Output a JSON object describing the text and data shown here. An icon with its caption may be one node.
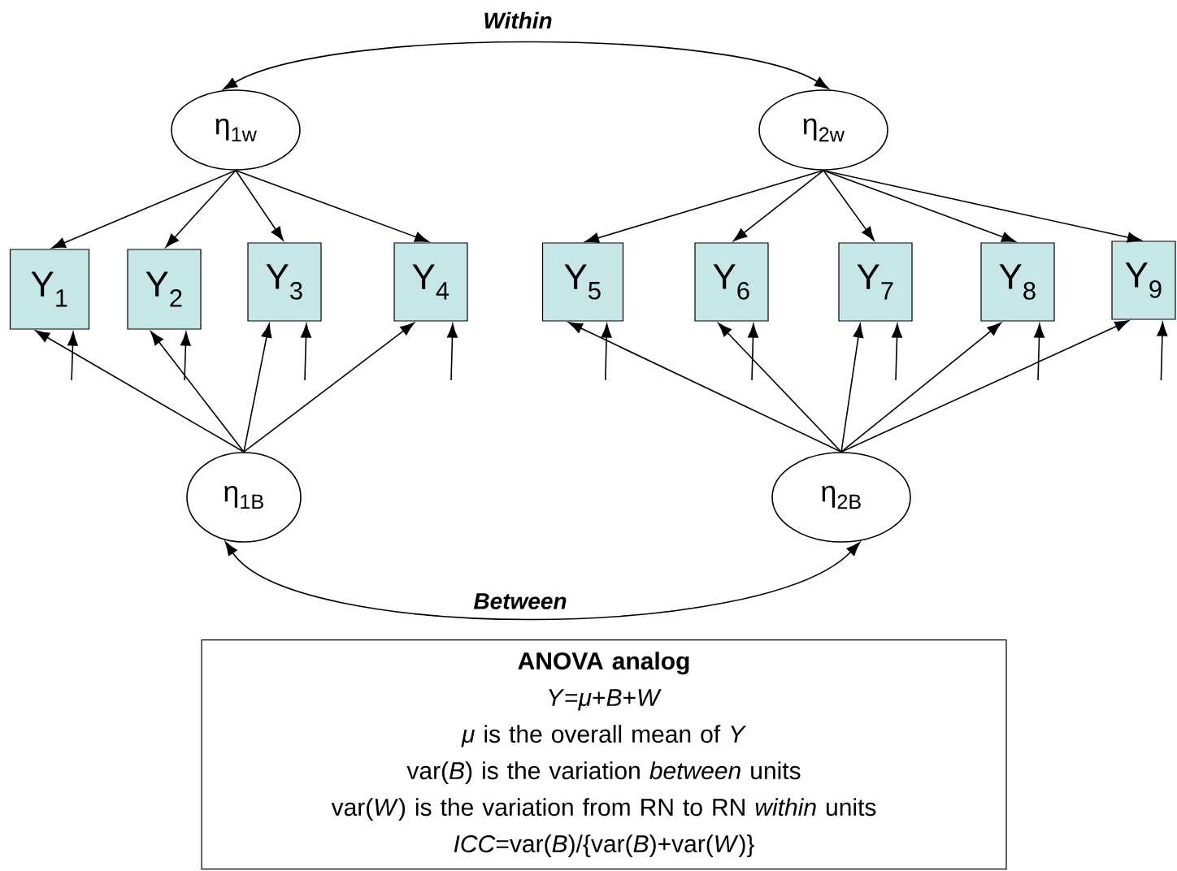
{
  "diagram": {
    "nodes": [
      {
        "text": [
          "η$_{1w}$"
        ]
      },
      {
        "text": [
          "η$_{2w}$"
        ]
      },
      {
        "text": [
          "Y$_{1}$"
        ]
      },
      {
        "text": [
          "Y$_{2}$"
        ]
      },
      {
        "text": [
          "Y$_{3}$"
        ]
      },
      {
        "text": [
          "Y$_{4}$"
        ]
      },
      {
        "text": [
          "Y$_{5}$"
        ]
      },
      {
        "text": [
          "Y$_{6}$"
        ]
      },
      {
        "text": [
          "Y$_{7}$"
        ]
      },
      {
        "text": [
          "Y$_{8}$"
        ]
      },
      {
        "text": [
          "Y$_{9}$"
        ]
      },
      {
        "text": [
          "η$_{1B}$"
        ]
      },
      {
        "text": [
          "η$_{2B}$"
        ]
      },
      {
        "text": [
          "ANOVA analog",
          "*Y*=*μ*+*B*+*W*",
          "*μ* is the overall mean of *Y*",
          "var(*B*) is the variation *between* units",
          "var(*W*) is the variation from RN to RN *within* units",
          "*ICC*=var(*B*)/{var(*B*)+var(*W*)}"
        ]
      }
    ],
    "edges": [
      {
        "from": 0,
        "to": 1,
        "arrow": "both",
        "label": "Within"
      },
      {
        "from": 0,
        "to": 2,
        "arrow": "to"
      },
      {
        "from": 0,
        "to": 3,
        "arrow": "to"
      },
      {
        "from": 0,
        "to": 4,
        "arrow": "to"
      },
      {
        "from": 0,
        "to": 5,
        "arrow": "to"
      },
      {
        "from": 1,
        "to": 6,
        "arrow": "to"
      },
      {
        "from": 1,
        "to": 7,
        "arrow": "to"
      },
      {
        "from": 1,
        "to": 8,
        "arrow": "to"
      },
      {
        "from": 1,
        "to": 9,
        "arrow": "to"
      },
      {
        "from": 1,
        "to": 10,
        "arrow": "to"
      },
      {
        "from": 11,
        "to": 2,
        "arrow": "to"
      },
      {
        "from": 11,
        "to": 3,
        "arrow": "to"
      },
      {
        "from": 11,
        "to": 4,
        "arrow": "to"
      },
      {
        "from": 11,
        "to": 5,
        "arrow": "to"
      },
      {
        "from": 12,
        "to": 6,
        "arrow": "to"
      },
      {
        "from": 12,
        "to": 7,
        "arrow": "to"
      },
      {
        "from": 12,
        "to": 8,
        "arrow": "to"
      },
      {
        "from": 12,
        "to": 9,
        "arrow": "to"
      },
      {
        "from": 12,
        "to": 10,
        "arrow": "to"
      },
      {
        "from": null,
        "to": 2,
        "arrow": "to"
      },
      {
        "from": null,
        "to": 3,
        "arrow": "to"
      },
      {
        "from": null,
        "to": 4,
        "arrow": "to"
      },
      {
        "from": null,
        "to": 5,
        "arrow": "to"
      },
      {
        "from": null,
        "to": 6,
        "arrow": "to"
      },
      {
        "from": null,
        "to": 7,
        "arrow": "to"
      },
      {
        "from": null,
        "to": 8,
        "arrow": "to"
      },
      {
        "from": null,
        "to": 9,
        "arrow": "to"
      },
      {
        "from": null,
        "to": 10,
        "arrow": "to"
      },
      {
        "from": 11,
        "to": 12,
        "arrow": "both",
        "label": "Between"
      }
    ]
  }
}
